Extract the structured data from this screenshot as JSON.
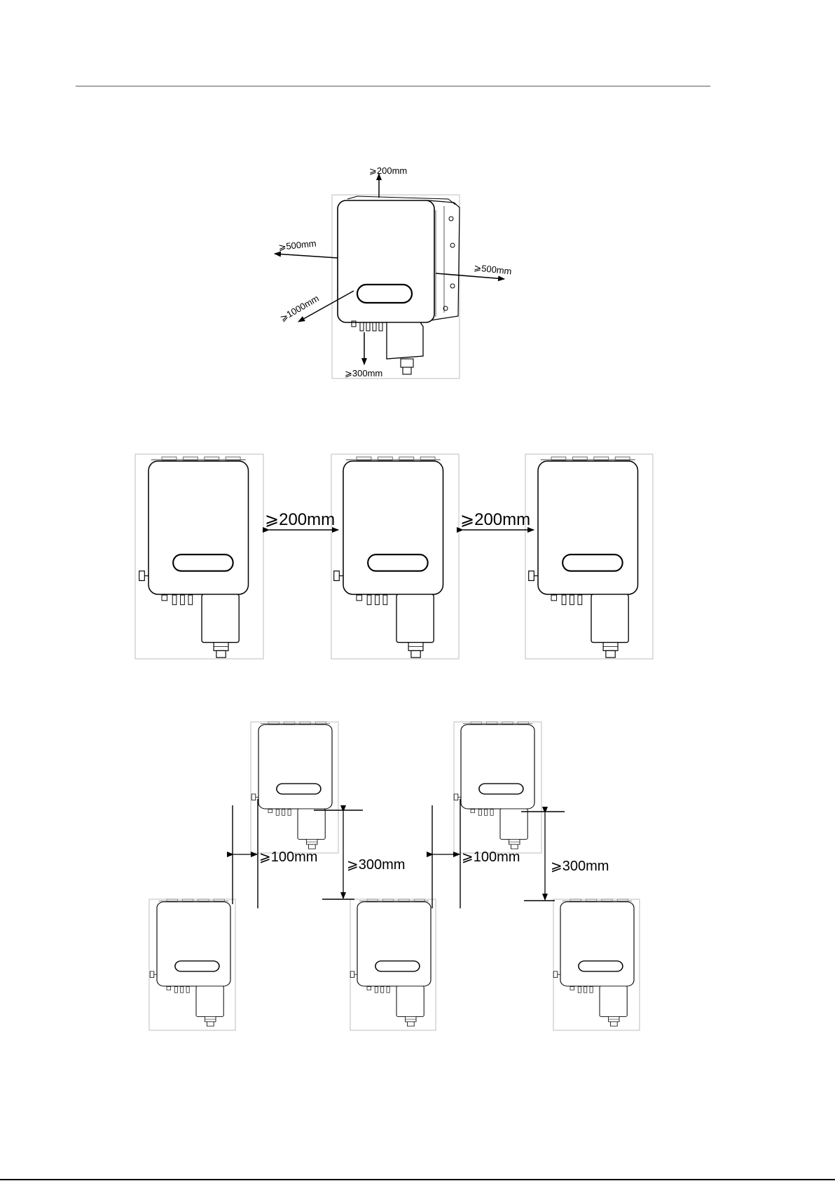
{
  "diagram": {
    "clearance_view": {
      "top": "⩾200mm",
      "left": "⩾500mm",
      "right": "⩾500mm",
      "front": "⩾1000mm",
      "bottom": "⩾300mm"
    },
    "side_by_side": {
      "gap_1": "⩾200mm",
      "gap_2": "⩾200mm"
    },
    "staggered": {
      "left_horizontal": "⩾100mm",
      "left_vertical": "⩾300mm",
      "right_horizontal": "⩾100mm",
      "right_vertical": "⩾300mm"
    }
  },
  "colors": {
    "line": "#000000",
    "panel": "#cccccc"
  }
}
